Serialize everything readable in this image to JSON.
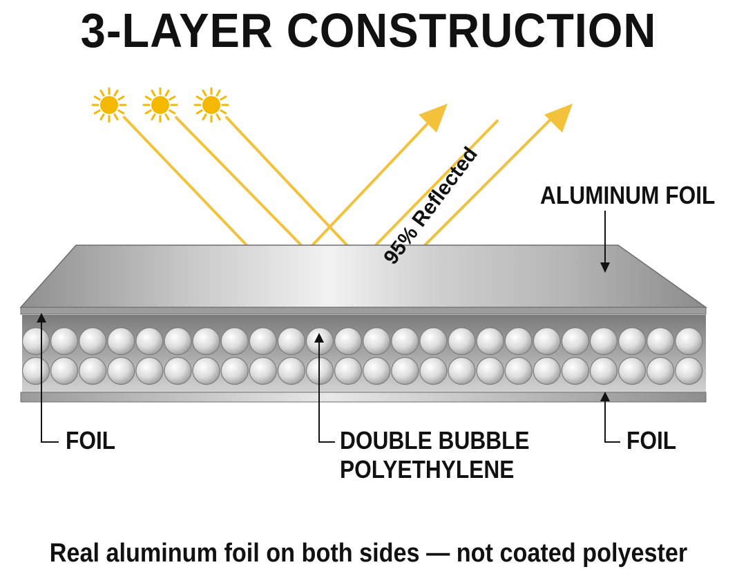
{
  "title": "3-LAYER CONSTRUCTION",
  "reflect_label": "95% Reflected",
  "labels": {
    "top_foil": "ALUMINUM FOIL",
    "left_foil": "FOIL",
    "right_foil": "FOIL",
    "bubble_line1": "DOUBLE BUBBLE",
    "bubble_line2": "POLYETHYLENE"
  },
  "caption": "Real aluminum foil on both sides — not coated polyester",
  "colors": {
    "sun": "#f5b800",
    "ray": "#f3c23a",
    "foil_light": "#e4e4e4",
    "foil_dark": "#9a9a9a",
    "bubble": "#d8d8d8",
    "text": "#111111"
  },
  "icons": [
    "sun-icon",
    "sun-icon",
    "sun-icon"
  ]
}
